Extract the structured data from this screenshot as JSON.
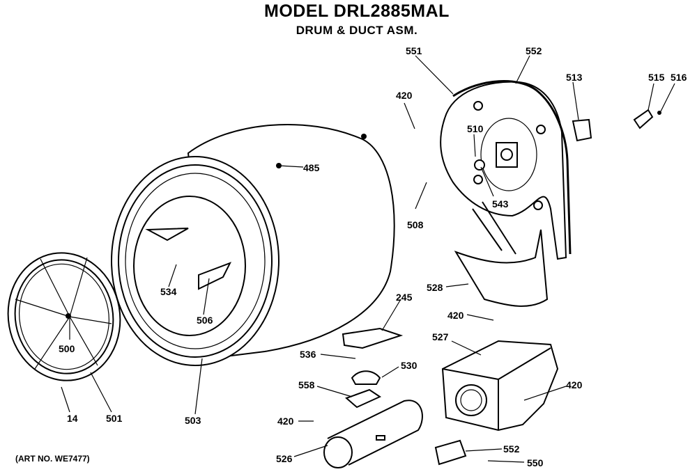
{
  "header": {
    "title": "MODEL DRL2885MAL",
    "subtitle": "DRUM & DUCT ASM."
  },
  "art_number": "(ART NO. WE7477)",
  "parts": [
    {
      "id": "p551",
      "label": "551"
    },
    {
      "id": "p552a",
      "label": "552"
    },
    {
      "id": "p420a",
      "label": "420"
    },
    {
      "id": "p513",
      "label": "513"
    },
    {
      "id": "p515",
      "label": "515"
    },
    {
      "id": "p516",
      "label": "516"
    },
    {
      "id": "p510",
      "label": "510"
    },
    {
      "id": "p485",
      "label": "485"
    },
    {
      "id": "p543",
      "label": "543"
    },
    {
      "id": "p508",
      "label": "508"
    },
    {
      "id": "p528",
      "label": "528"
    },
    {
      "id": "p534",
      "label": "534"
    },
    {
      "id": "p506",
      "label": "506"
    },
    {
      "id": "p245",
      "label": "245"
    },
    {
      "id": "p420b",
      "label": "420"
    },
    {
      "id": "p527",
      "label": "527"
    },
    {
      "id": "p500",
      "label": "500"
    },
    {
      "id": "p536",
      "label": "536"
    },
    {
      "id": "p530",
      "label": "530"
    },
    {
      "id": "p558",
      "label": "558"
    },
    {
      "id": "p420c",
      "label": "420"
    },
    {
      "id": "p14",
      "label": "14"
    },
    {
      "id": "p501",
      "label": "501"
    },
    {
      "id": "p503",
      "label": "503"
    },
    {
      "id": "p420d",
      "label": "420"
    },
    {
      "id": "p552b",
      "label": "552"
    },
    {
      "id": "p526",
      "label": "526"
    },
    {
      "id": "p550",
      "label": "550"
    }
  ]
}
